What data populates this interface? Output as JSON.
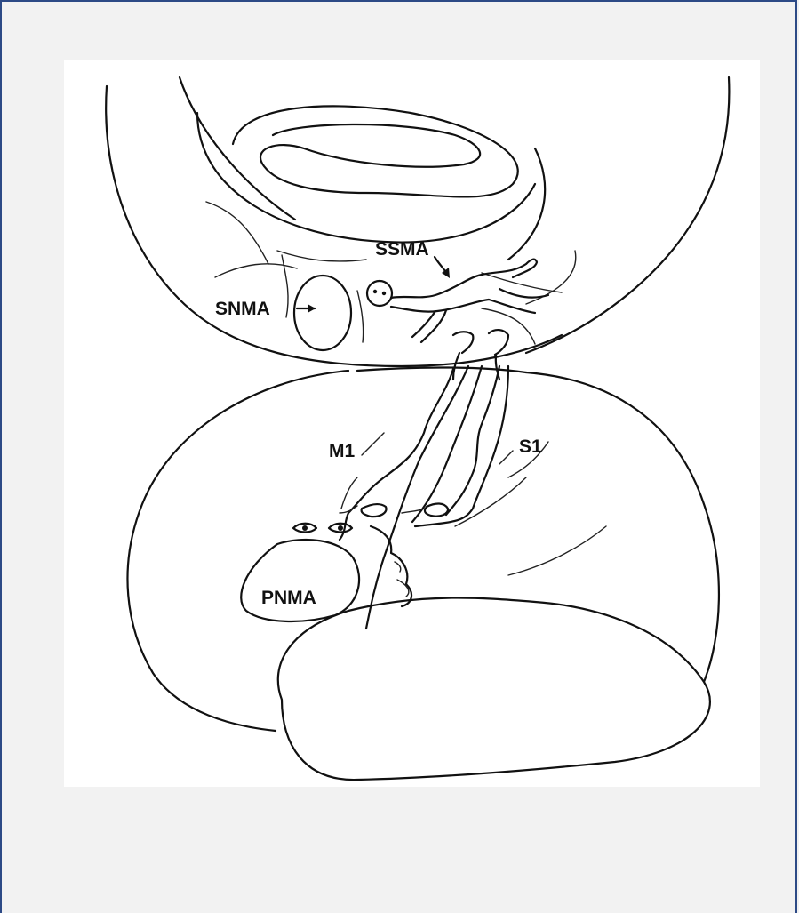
{
  "figure": {
    "labels": {
      "ssma": "SSMA",
      "snma": "SNMA",
      "m1": "M1",
      "s1": "S1",
      "pnma": "PNMA"
    }
  },
  "colors": {
    "background": "#f2f2f2",
    "panel": "#ffffff",
    "border": "#2d4a86",
    "ink": "#111111"
  }
}
